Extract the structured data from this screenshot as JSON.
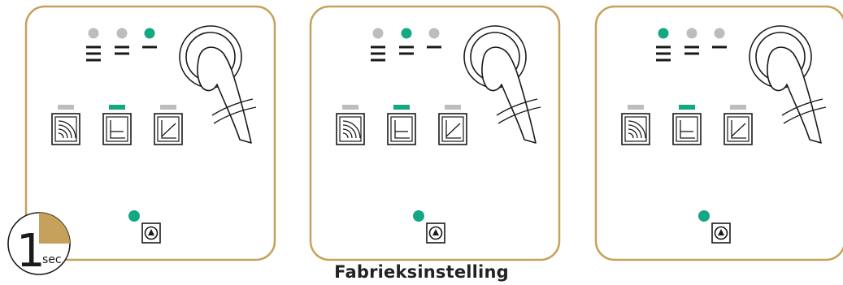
{
  "caption": "Fabrieksinstelling",
  "timer": {
    "value": "1",
    "unit": "sec"
  },
  "colors": {
    "frame": "#c6a15b",
    "active": "#14a784",
    "inactive": "#bdbdbd",
    "stroke": "#1a1a1a",
    "timer_fill": "#c6a15b"
  },
  "panels": [
    {
      "active_level_led": 3,
      "active_mode": 2,
      "pump_led_on": true
    },
    {
      "active_level_led": 2,
      "active_mode": 2,
      "pump_led_on": true
    },
    {
      "active_level_led": 1,
      "active_mode": 2,
      "pump_led_on": true
    }
  ],
  "icons": {
    "level_bars": [
      "three-bars-icon",
      "two-bars-icon",
      "one-bar-icon"
    ],
    "modes": [
      "radiator-icon",
      "constant-pressure-icon",
      "proportional-pressure-icon"
    ],
    "button": "circular-button-icon",
    "finger": "finger-press-icon",
    "pump": "pump-icon"
  }
}
